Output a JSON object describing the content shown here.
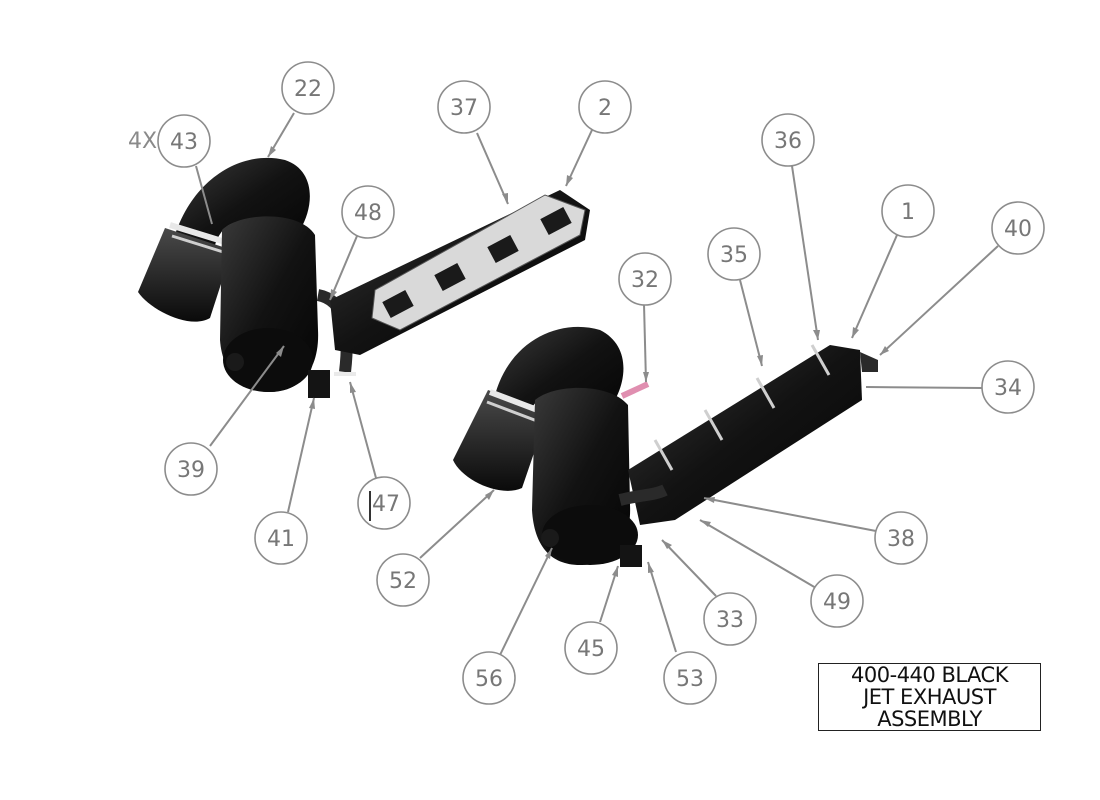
{
  "title_block": {
    "line1": "400-440 BLACK",
    "line2": "JET EXHAUST",
    "line3": "ASSEMBLY"
  },
  "quantity_note": "4X",
  "balloons": [
    {
      "id": "22",
      "label": "22"
    },
    {
      "id": "43",
      "label": "43"
    },
    {
      "id": "37",
      "label": "37"
    },
    {
      "id": "2",
      "label": "2"
    },
    {
      "id": "48",
      "label": "48"
    },
    {
      "id": "36",
      "label": "36"
    },
    {
      "id": "1",
      "label": "1"
    },
    {
      "id": "40",
      "label": "40"
    },
    {
      "id": "35",
      "label": "35"
    },
    {
      "id": "32",
      "label": "32"
    },
    {
      "id": "34",
      "label": "34"
    },
    {
      "id": "39",
      "label": "39"
    },
    {
      "id": "41",
      "label": "41"
    },
    {
      "id": "47",
      "label": "47"
    },
    {
      "id": "52",
      "label": "52"
    },
    {
      "id": "38",
      "label": "38"
    },
    {
      "id": "49",
      "label": "49"
    },
    {
      "id": "33",
      "label": "33"
    },
    {
      "id": "45",
      "label": "45"
    },
    {
      "id": "53",
      "label": "53"
    },
    {
      "id": "56",
      "label": "56"
    }
  ],
  "colors": {
    "part_black": "#111111",
    "gasket_gray": "#d9d9d9",
    "balloon_stroke": "#8c8c8c",
    "balloon_text": "#777777",
    "fitting_pink": "#e08fb0"
  }
}
